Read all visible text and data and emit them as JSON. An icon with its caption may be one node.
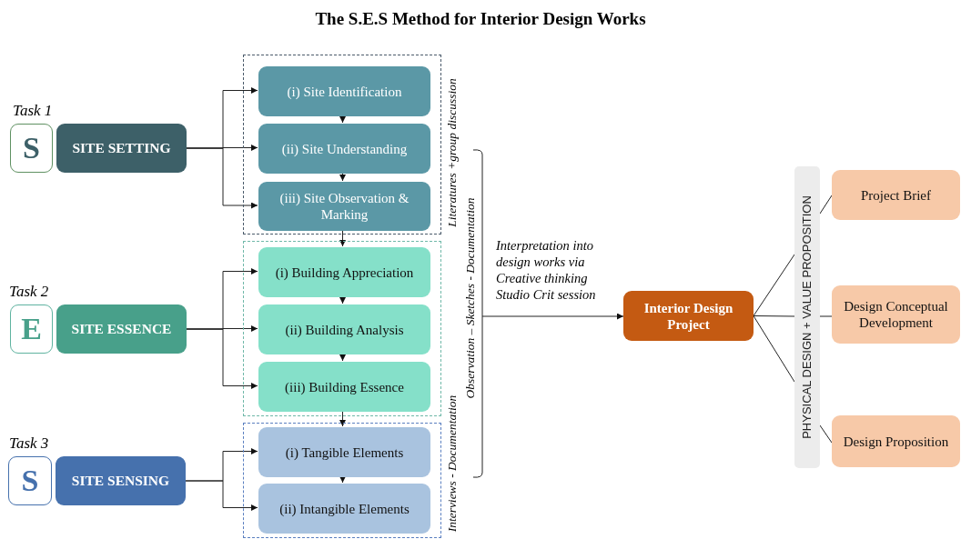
{
  "diagram": {
    "title": "The S.E.S Method for Interior Design Works",
    "nodes": [
      {
        "text": [
          "S"
        ],
        "beside": [
          "Task 1"
        ]
      },
      {
        "text": [
          "SITE SETTING"
        ]
      },
      {
        "text": [
          "E"
        ],
        "beside": [
          "Task 2"
        ]
      },
      {
        "text": [
          "SITE ESSENCE"
        ]
      },
      {
        "text": [
          "S"
        ],
        "beside": [
          "Task 3"
        ]
      },
      {
        "text": [
          "SITE SENSING"
        ]
      },
      {
        "text": [],
        "shape": "box"
      },
      {
        "text": [
          "(i) Site Identification"
        ],
        "in": 6
      },
      {
        "text": [
          "(ii) Site Understanding"
        ],
        "in": 6
      },
      {
        "text": [
          "(iii) Site Observation & Marking"
        ],
        "in": 6
      },
      {
        "text": [],
        "shape": "box"
      },
      {
        "text": [
          "(i) Building Appreciation"
        ],
        "in": 10
      },
      {
        "text": [
          "(ii) Building Analysis"
        ],
        "in": 10
      },
      {
        "text": [
          "(iii) Building Essence"
        ],
        "in": 10
      },
      {
        "text": [],
        "shape": "box"
      },
      {
        "text": [
          "(i) Tangible Elements"
        ],
        "in": 14
      },
      {
        "text": [
          "(ii) Intangible Elements"
        ],
        "in": 14
      },
      {
        "text": [
          "Interior Design Project"
        ]
      },
      {
        "text": [
          "PHYSICAL DESIGN + VALUE PROPOSITION"
        ]
      },
      {
        "text": [
          "Project Brief"
        ]
      },
      {
        "text": [
          "Design Conceptual Development"
        ]
      },
      {
        "text": [
          "Design Proposition"
        ]
      }
    ],
    "edges": [
      {
        "from": 1,
        "to": 7,
        "arrow": "to"
      },
      {
        "from": 1,
        "to": 8,
        "arrow": "to"
      },
      {
        "from": 1,
        "to": 9,
        "arrow": "to"
      },
      {
        "from": 7,
        "to": 8,
        "arrow": "to"
      },
      {
        "from": 8,
        "to": 9,
        "arrow": "to"
      },
      {
        "from": 9,
        "to": 11,
        "arrow": "to"
      },
      {
        "from": 11,
        "to": 12,
        "arrow": "to"
      },
      {
        "from": 12,
        "to": 13,
        "arrow": "to"
      },
      {
        "from": 13,
        "to": 15,
        "arrow": "to"
      },
      {
        "from": 15,
        "to": 16,
        "arrow": "to"
      },
      {
        "from": 3,
        "to": 11,
        "arrow": "to"
      },
      {
        "from": 3,
        "to": 12,
        "arrow": "to"
      },
      {
        "from": 3,
        "to": 13,
        "arrow": "to"
      },
      {
        "from": 5,
        "to": 15,
        "arrow": "to"
      },
      {
        "from": 5,
        "to": 16,
        "arrow": "to"
      },
      {
        "from": null,
        "to": 17,
        "arrow": "to",
        "label": "Interpretation into design works via Creative thinking Studio Crit session"
      },
      {
        "from": 17,
        "to": 18,
        "arrow": "none"
      },
      {
        "from": 17,
        "to": 18,
        "arrow": "none"
      },
      {
        "from": 17,
        "to": 18,
        "arrow": "none"
      },
      {
        "from": 18,
        "to": 19,
        "arrow": "none"
      },
      {
        "from": 18,
        "to": 20,
        "arrow": "none"
      },
      {
        "from": 18,
        "to": 21,
        "arrow": "none"
      }
    ],
    "labels": [
      "Literatures +group discussion",
      "Observation – Sketches - Documentation",
      "Interviews - Documentation"
    ]
  }
}
